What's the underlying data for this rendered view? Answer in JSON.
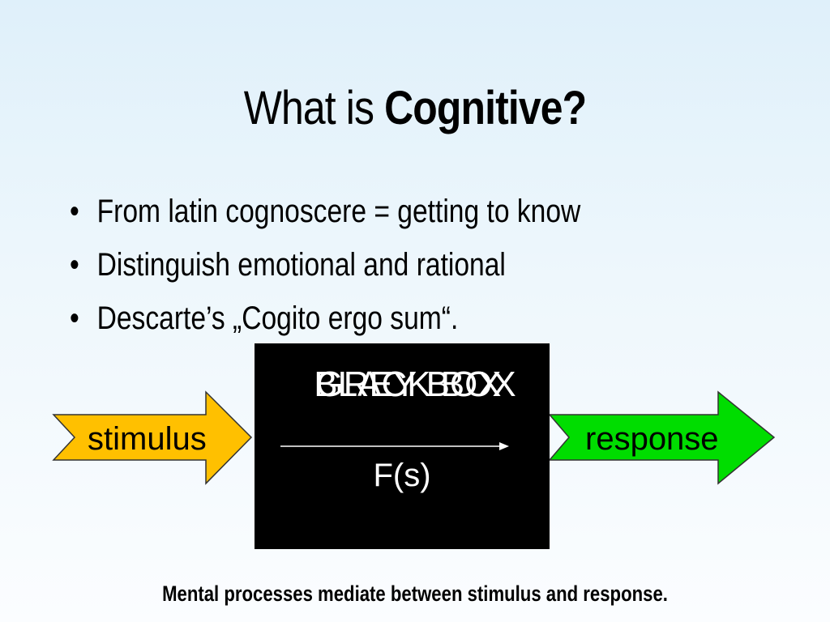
{
  "slide": {
    "title_prefix": "What is ",
    "title_bold": "Cognitive?",
    "bullet_char": "•",
    "bullets": [
      "From latin cognoscere = getting to know",
      "Distinguish emotional and rational",
      "Descarte’s „Cogito ergo sum“."
    ]
  },
  "diagram": {
    "box_label_a": "BLACK BOX",
    "box_label_b": "GREY BOX",
    "function_label": "F(s)",
    "input_label": "stimulus",
    "output_label": "response",
    "colors": {
      "box": "#000000",
      "input_arrow": "#ffc000",
      "output_arrow": "#00dd00"
    }
  },
  "caption": "Mental processes mediate between stimulus and response."
}
